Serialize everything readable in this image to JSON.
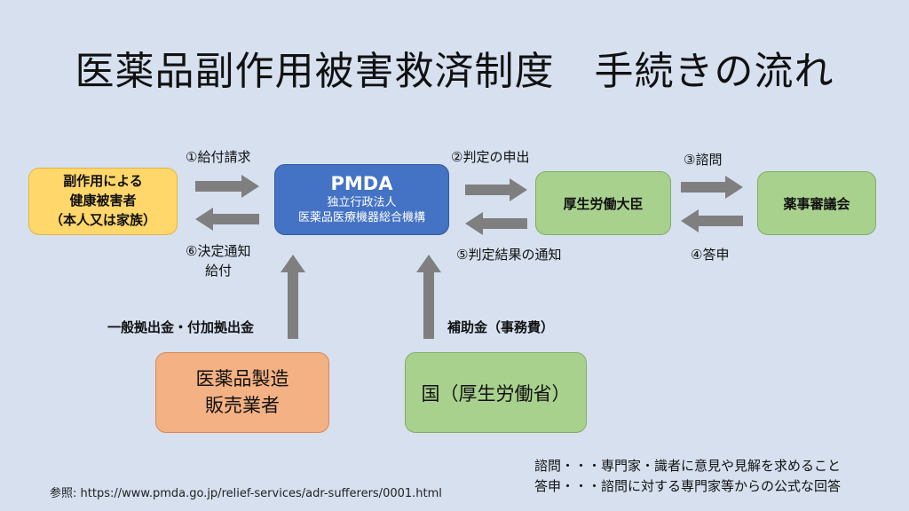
{
  "title": "医薬品副作用被害救済制度　手続きの流れ",
  "boxes": {
    "applicant": [
      "副作用による",
      "健康被害者",
      "（本人又は家族）"
    ],
    "pmda": {
      "name": "PMDA",
      "sub1": "独立行政法人",
      "sub2": "医薬品医療機器総合機構"
    },
    "minister": "厚生労働大臣",
    "council": "薬事審議会",
    "maker": [
      "医薬品製造",
      "販売業者"
    ],
    "country": "国（厚生労働省）"
  },
  "steps": {
    "s1": "①給付請求",
    "s2": "②判定の申出",
    "s3": "③諮問",
    "s4": "④答申",
    "s5": "⑤判定結果の通知",
    "s6_line1": "⑥決定通知",
    "s6_line2": "給付"
  },
  "funding": {
    "maker": "一般拠出金・付加拠出金",
    "country": "補助金（事務費）"
  },
  "notes": {
    "n1": "諮問・・・専門家・識者に意見や見解を求めること",
    "n2": "答申・・・諮問に対する専門家等からの公式な回答"
  },
  "reference": "参照: https://www.pmda.go.jp/relief-services/adr-sufferers/0001.html",
  "colors": {
    "background": "#d6e0ef",
    "pmda": "#4472c4",
    "applicant": "#ffd76a",
    "green": "#a9d18e",
    "maker": "#f4b183",
    "arrow": "#7f7f7f"
  }
}
